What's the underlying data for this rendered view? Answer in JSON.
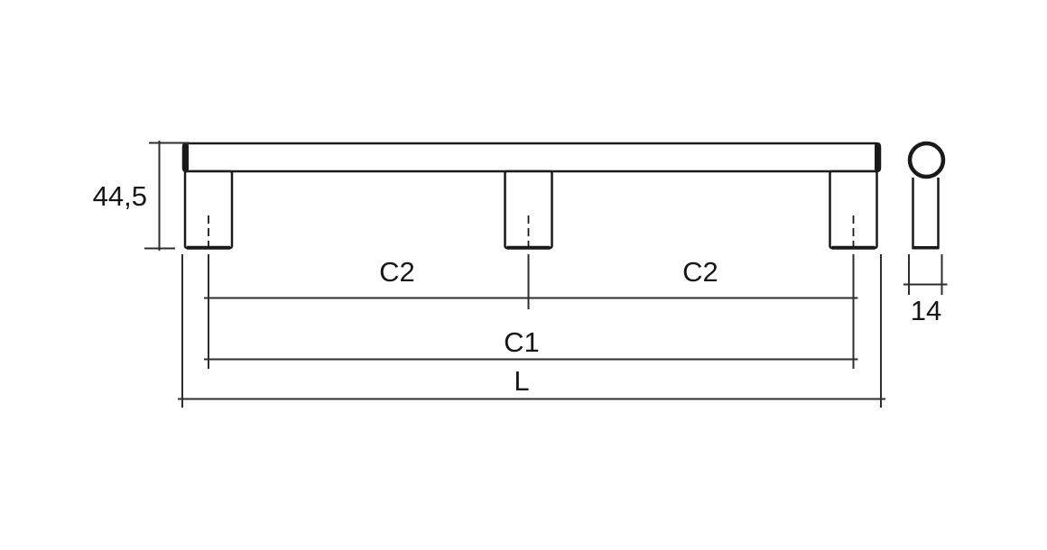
{
  "drawing": {
    "kind": "technical-dimension-drawing",
    "subject": "bar handle with three posts, front and side view",
    "colors": {
      "outline": "#1a1a1a",
      "dimension_line": "#2e2e2e",
      "text": "#161616",
      "fill": "#ffffff"
    },
    "views": {
      "front": {
        "post_count": 3
      },
      "side": {
        "shape": "circle-over-post"
      }
    },
    "dimensions": {
      "height": {
        "label": "44,5"
      },
      "c2_left": {
        "label": "C2"
      },
      "c2_right": {
        "label": "C2"
      },
      "c1": {
        "label": "C1"
      },
      "length": {
        "label": "L"
      },
      "diameter": {
        "label": "14"
      }
    }
  }
}
